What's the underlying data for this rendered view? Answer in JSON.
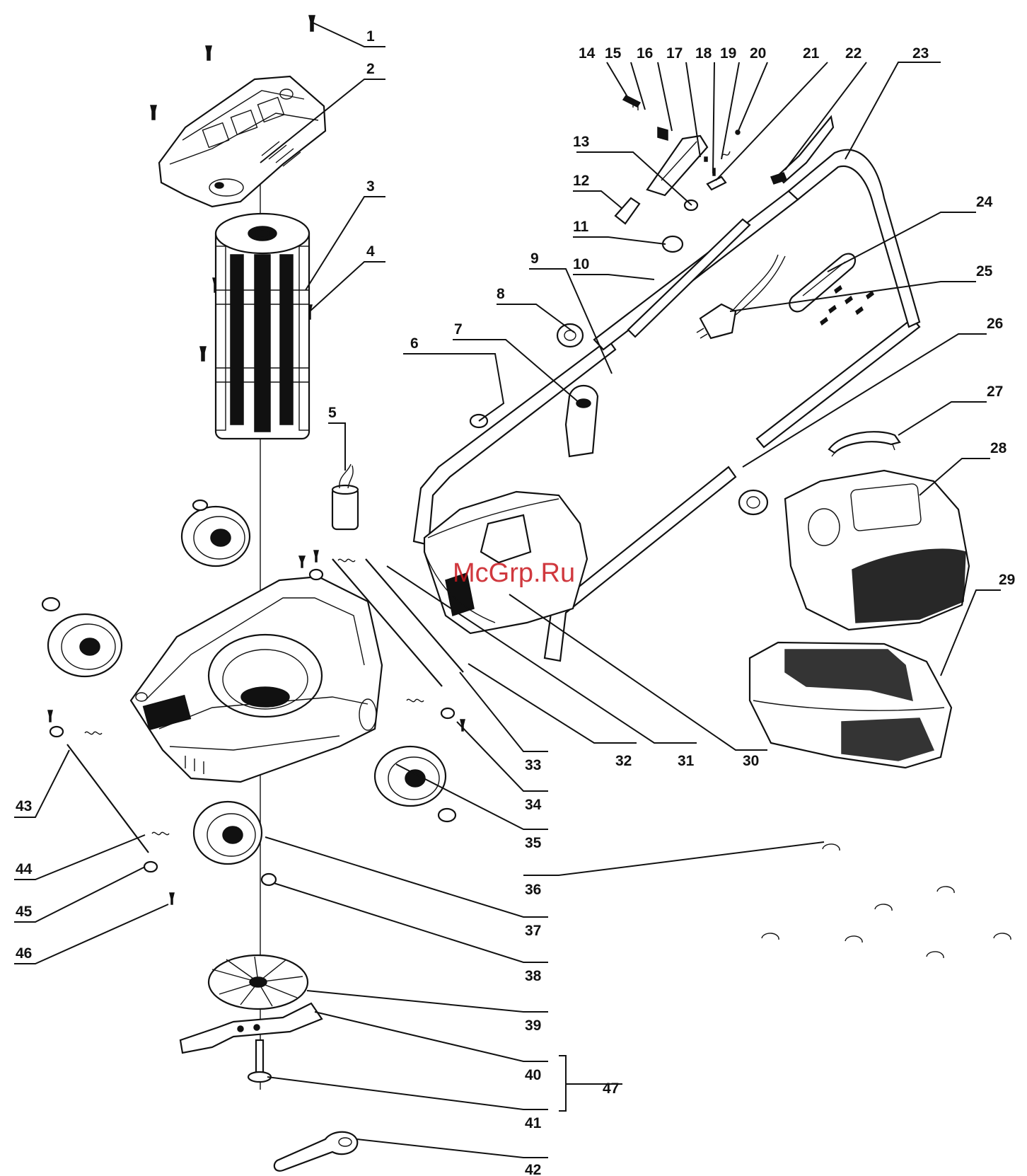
{
  "watermark": "McGrp.Ru",
  "callouts": [
    "1",
    "2",
    "3",
    "4",
    "5",
    "6",
    "7",
    "8",
    "9",
    "10",
    "11",
    "12",
    "13",
    "14",
    "15",
    "16",
    "17",
    "18",
    "19",
    "20",
    "21",
    "22",
    "23",
    "24",
    "25",
    "26",
    "27",
    "28",
    "29",
    "30",
    "31",
    "32",
    "33",
    "34",
    "35",
    "36",
    "37",
    "38",
    "39",
    "40",
    "41",
    "42",
    "43",
    "44",
    "45",
    "46",
    "47"
  ]
}
